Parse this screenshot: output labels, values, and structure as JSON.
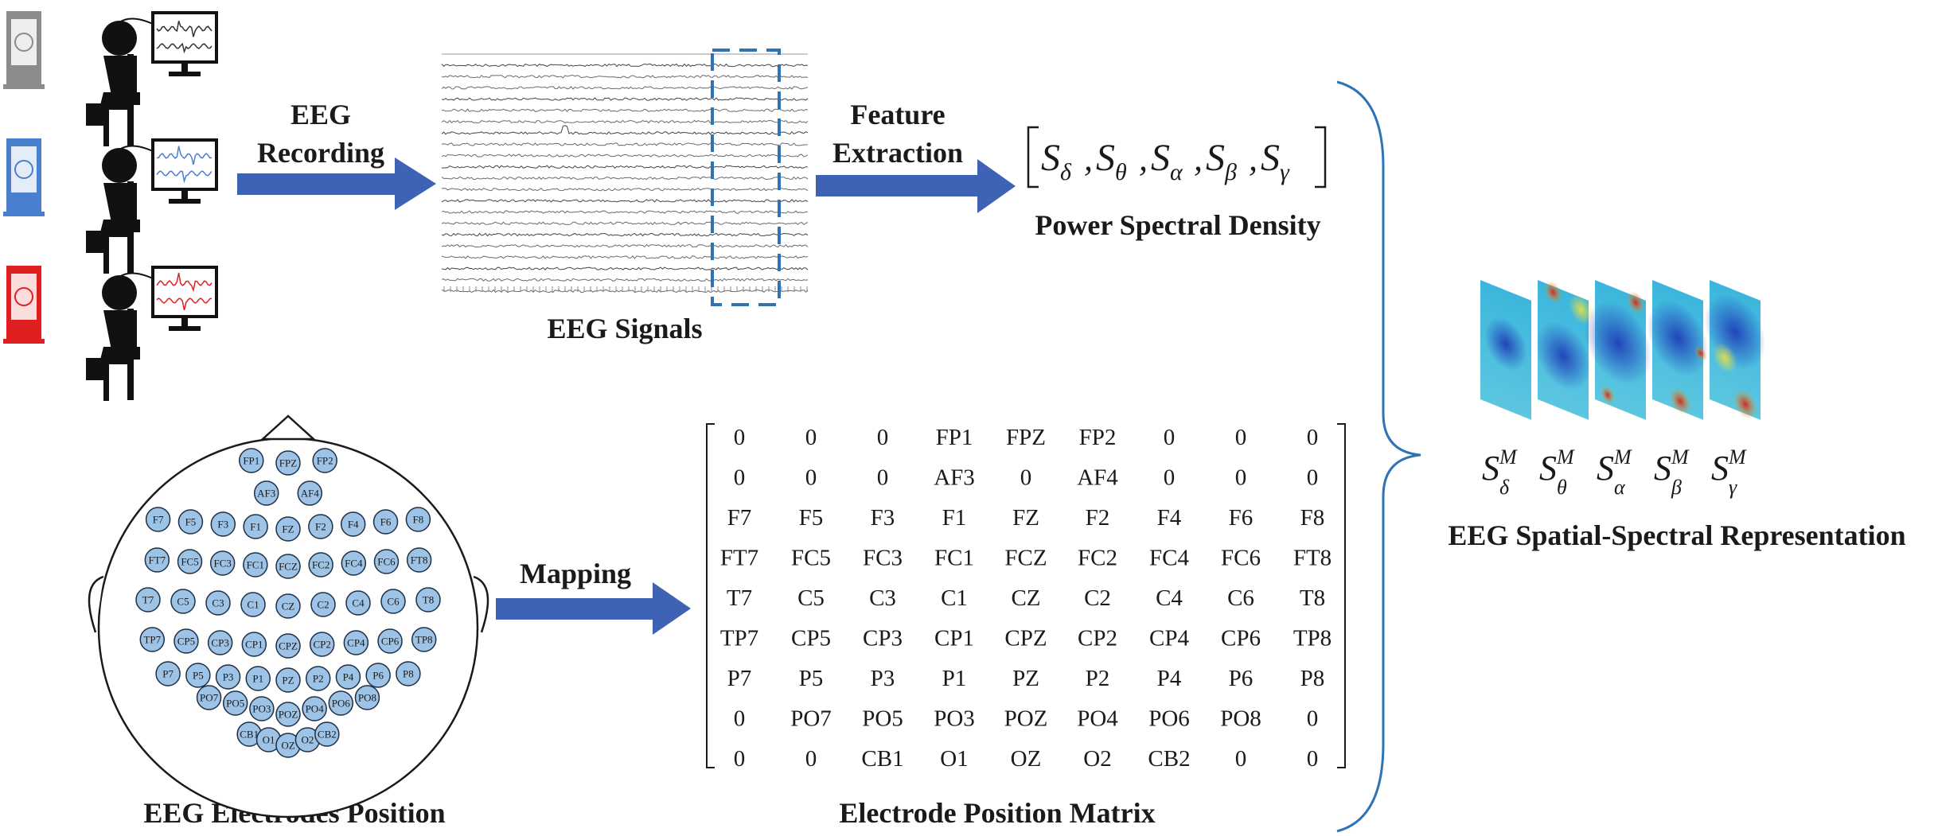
{
  "labels": {
    "eeg_recording_line1": "EEG",
    "eeg_recording_line2": "Recording",
    "eeg_signals": "EEG Signals",
    "feature_extraction_line1": "Feature",
    "feature_extraction_line2": "Extraction",
    "psd": "Power Spectral Density",
    "mapping": "Mapping",
    "electrodes_position": "EEG Electrodes Position",
    "position_matrix": "Electrode Position Matrix",
    "representation": "EEG Spatial-Spectral Representation"
  },
  "psd_vector": {
    "symbol": "S",
    "subscripts": [
      "δ",
      "θ",
      "α",
      "β",
      "γ"
    ]
  },
  "maps": {
    "symbol": "S",
    "superscript": "M",
    "subscripts": [
      "δ",
      "θ",
      "α",
      "β",
      "γ"
    ]
  },
  "subjects": [
    {
      "color": "#8c8c8c"
    },
    {
      "color": "#4a7fd0"
    },
    {
      "color": "#e02020"
    }
  ],
  "matrix": [
    [
      "0",
      "0",
      "0",
      "FP1",
      "FPZ",
      "FP2",
      "0",
      "0",
      "0"
    ],
    [
      "0",
      "0",
      "0",
      "AF3",
      "0",
      "AF4",
      "0",
      "0",
      "0"
    ],
    [
      "F7",
      "F5",
      "F3",
      "F1",
      "FZ",
      "F2",
      "F4",
      "F6",
      "F8"
    ],
    [
      "FT7",
      "FC5",
      "FC3",
      "FC1",
      "FCZ",
      "FC2",
      "FC4",
      "FC6",
      "FT8"
    ],
    [
      "T7",
      "C5",
      "C3",
      "C1",
      "CZ",
      "C2",
      "C4",
      "C6",
      "T8"
    ],
    [
      "TP7",
      "CP5",
      "CP3",
      "CP1",
      "CPZ",
      "CP2",
      "CP4",
      "CP6",
      "TP8"
    ],
    [
      "P7",
      "P5",
      "P3",
      "P1",
      "PZ",
      "P2",
      "P4",
      "P6",
      "P8"
    ],
    [
      "0",
      "PO7",
      "PO5",
      "PO3",
      "POZ",
      "PO4",
      "PO6",
      "PO8",
      "0"
    ],
    [
      "0",
      "0",
      "CB1",
      "O1",
      "OZ",
      "O2",
      "CB2",
      "0",
      "0"
    ]
  ],
  "colors": {
    "arrow": "#3e63b5",
    "dashed_box": "#2e74b5",
    "bracket": "#2e74b5",
    "electrode_fill": "#9dc3e6",
    "electrode_stroke": "#1f2f44"
  }
}
